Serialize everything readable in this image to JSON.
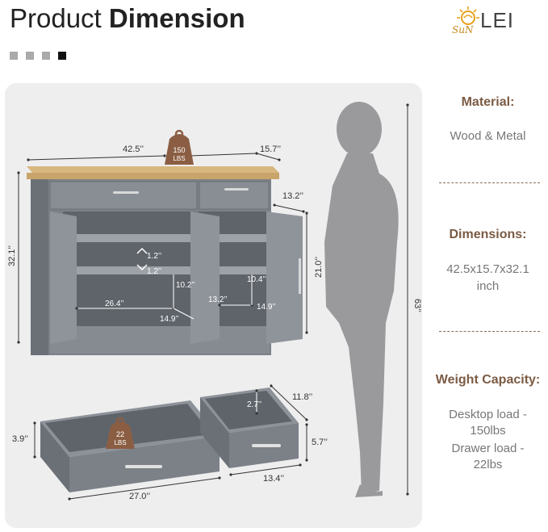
{
  "header": {
    "title_light": "Product",
    "title_bold": "Dimension",
    "logo_text": "LEI",
    "logo_script": "SuN"
  },
  "indicator": {
    "count": 4,
    "active_index": 3
  },
  "colors": {
    "cabinet": "#7c8188",
    "cabinet_dark": "#5f646b",
    "wood_top": "#c9a46a",
    "accent": "#7b5b44",
    "badge": "#8b5e43"
  },
  "cabinet_labels": {
    "width": "42.5’’",
    "depth": "15.7’’",
    "height": "32.1’’",
    "load_top_value": "150",
    "load_top_unit": "LBS",
    "drawer_offset": "13.2’’",
    "inner_height": "21.0’’",
    "shelf_gap_a": "1.2’’",
    "shelf_gap_b": "1.2’’",
    "inner_left_width": "26.4’’",
    "inner_left_height": "10.2’’",
    "inner_depth_a": "14.9’’",
    "inner_right_width": "13.2’’",
    "inner_right_height": "10.4’’",
    "inner_depth_b": "14.9’’"
  },
  "drawer_labels": {
    "load_value": "22",
    "load_unit": "LBS",
    "big_height": "3.9’’",
    "big_width": "27.0’’",
    "small_inner": "2.7’’",
    "small_depth": "11.8’’",
    "small_height": "5.7’’",
    "small_width": "13.4’’"
  },
  "person_height": "63’’",
  "specs": [
    {
      "heading": "Material:",
      "lines": [
        "Wood & Metal"
      ]
    },
    {
      "heading": "Dimensions:",
      "lines": [
        "42.5x15.7x32.1",
        "inch"
      ]
    },
    {
      "heading": "Weight Capacity:",
      "lines": [
        "Desktop load -",
        "150lbs",
        "Drawer load -",
        "22lbs"
      ]
    }
  ]
}
